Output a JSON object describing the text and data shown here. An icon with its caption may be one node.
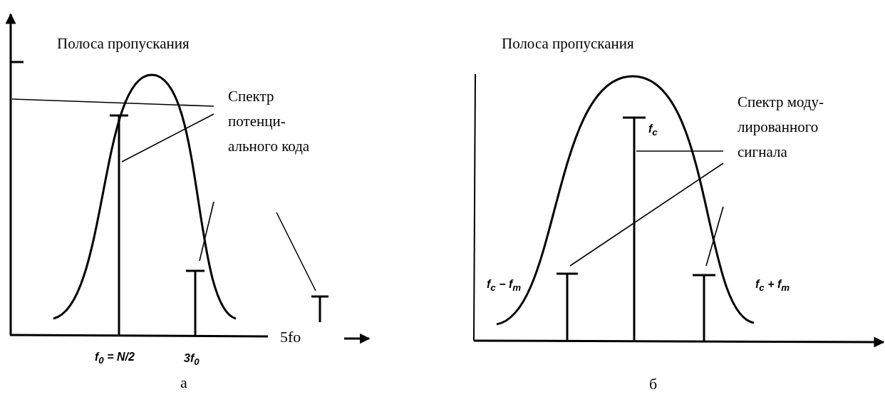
{
  "diagram": {
    "nodes": [
      {
        "text": [
          "Полоса пропускания"
        ]
      },
      {
        "text": [
          "Спектр потенци- ального кода"
        ]
      },
      {
        "text": [],
        "shape": "bar",
        "beside": [
          "f$_{0}$ = N/2"
        ]
      },
      {
        "text": [],
        "shape": "bar",
        "beside": [
          "3f$_{0}$"
        ]
      },
      {
        "text": [],
        "shape": "bar"
      },
      {
        "text": [
          "Полоса пропускания"
        ]
      },
      {
        "text": [
          "Спектр моду- лированного сигнала"
        ]
      },
      {
        "text": [],
        "shape": "bar",
        "beside": [
          "f$_{c}$ − f$_{m}$"
        ]
      },
      {
        "text": [],
        "shape": "bar",
        "beside": [
          "f$_{c}$"
        ]
      },
      {
        "text": [],
        "shape": "bar",
        "beside": [
          "f$_{c}$ + f$_{m}$"
        ]
      },
      {
        "text": [],
        "shape": "axis"
      }
    ],
    "edges": [
      {
        "from": 1,
        "to": 10,
        "arrow": "none"
      },
      {
        "from": 1,
        "to": 2,
        "arrow": "none"
      },
      {
        "from": 1,
        "to": 3,
        "arrow": "none"
      },
      {
        "from": 1,
        "to": 4,
        "arrow": "none"
      },
      {
        "from": 6,
        "to": 8,
        "arrow": "none"
      },
      {
        "from": 6,
        "to": 7,
        "arrow": "none"
      },
      {
        "from": 6,
        "to": 9,
        "arrow": "none"
      }
    ],
    "labels": [
      "5fo",
      "а",
      "б"
    ]
  }
}
